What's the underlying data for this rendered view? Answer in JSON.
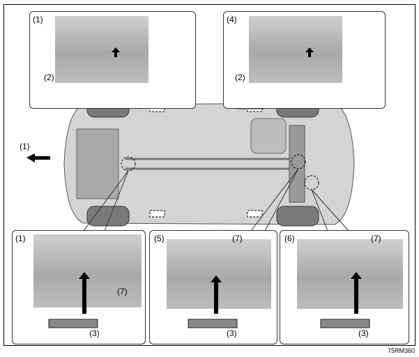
{
  "labels": {
    "l1": "(1)",
    "l2": "(2)",
    "l3": "(3)",
    "l4": "(4)",
    "l5": "(5)",
    "l6": "(6)",
    "l7": "(7)"
  },
  "caption": "75RM360"
}
